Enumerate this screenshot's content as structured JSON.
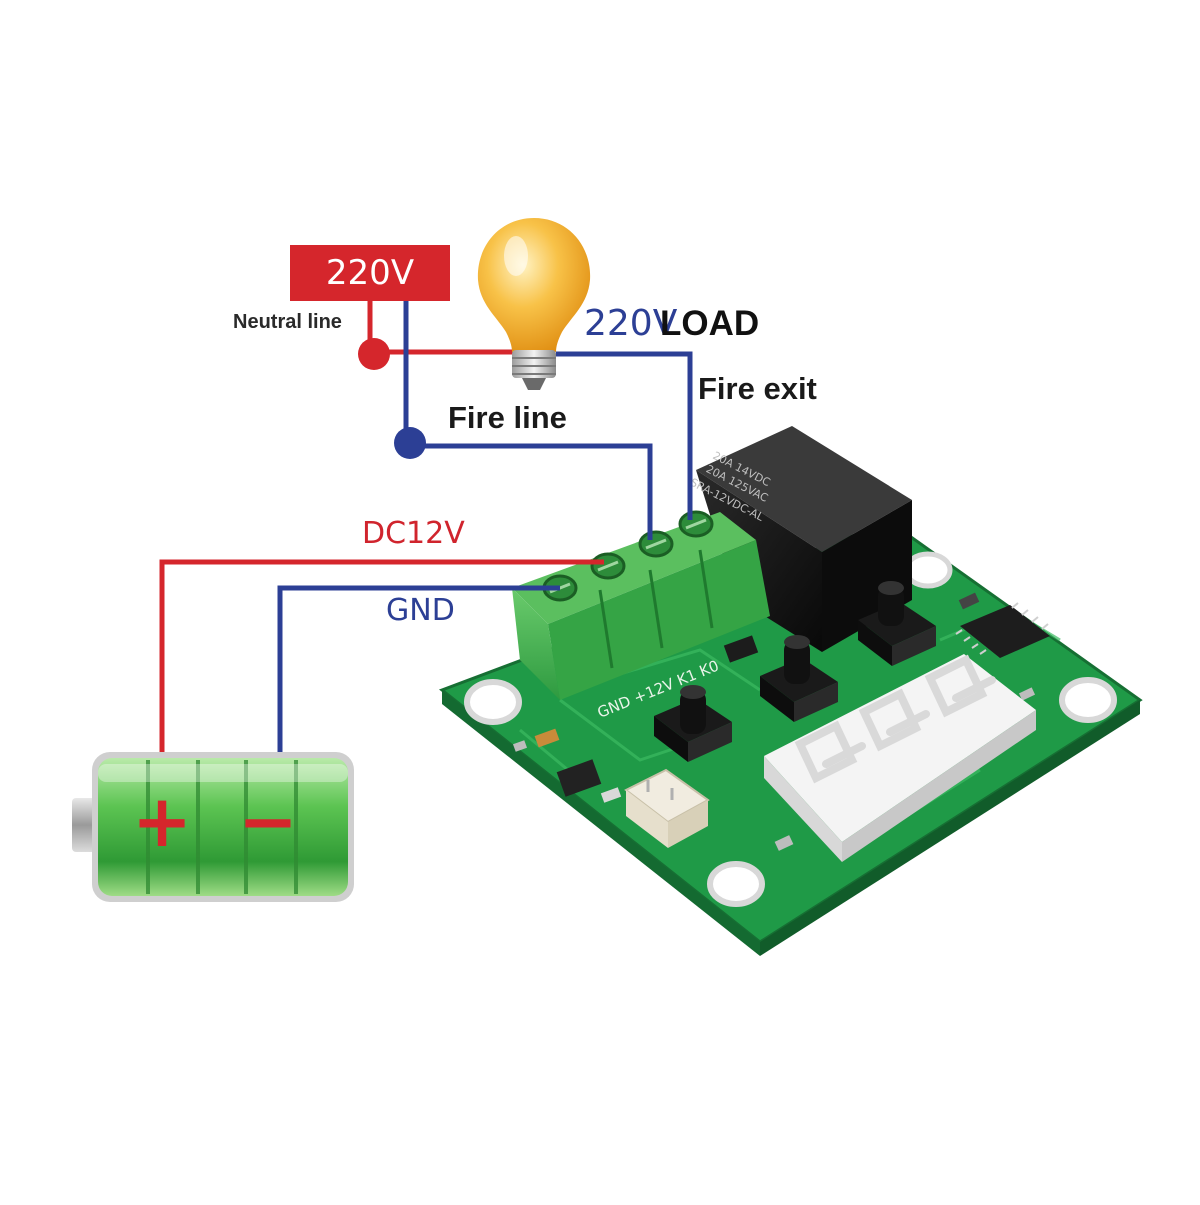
{
  "labels": {
    "supply_voltage": "220V",
    "neutral_line": "Neutral line",
    "load_voltage": "220V",
    "load_word": "LOAD",
    "fire_exit": "Fire exit",
    "fire_line": "Fire line",
    "dc_supply": "DC12V",
    "ground": "GND"
  },
  "battery": {
    "positive_symbol": "+",
    "negative_symbol": "−"
  },
  "board": {
    "relay_marking_1": "20A 14VDC",
    "relay_marking_2": "20A 125VAC",
    "relay_marking_3": "SRA-12VDC-AL",
    "terminal_marking": "GND +12V K1 K0"
  },
  "colors": {
    "live_wire": "#d5262c",
    "neutral_wire": "#2c3f95",
    "pcb": "#1f9a47",
    "terminal_block": "#3fae55",
    "relay": "#141414",
    "battery": "#49b94a"
  }
}
